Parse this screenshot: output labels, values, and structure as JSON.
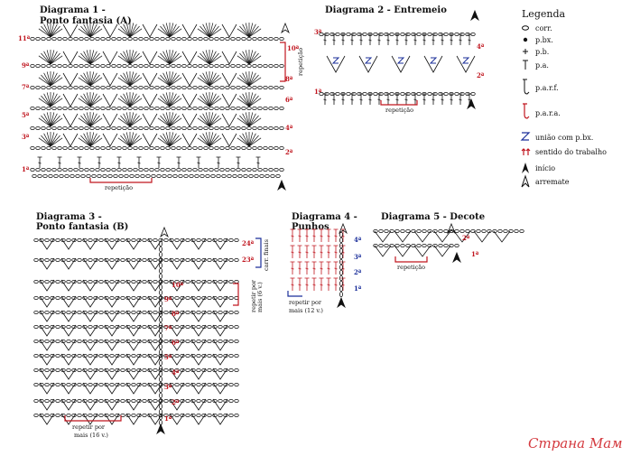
{
  "diagram1": {
    "title_line1": "Diagrama 1 -",
    "title_line2": "Ponto fantasia (A)",
    "rows_left": [
      "11ª",
      "9ª",
      "7ª",
      "5ª",
      "3ª",
      "1ª"
    ],
    "rows_right": [
      "10ª",
      "8ª",
      "6ª",
      "4ª",
      "2ª"
    ],
    "repeat_label": "repetição",
    "side_label": "repetição"
  },
  "diagram2": {
    "title": "Diagrama 2 - Entremeio",
    "rows_left": [
      "3ª",
      "1ª"
    ],
    "rows_right": [
      "4ª",
      "2ª"
    ],
    "repeat_label": "repetição"
  },
  "legend": {
    "title": "Legenda",
    "items": [
      {
        "symbol": "oval-icon",
        "label": "corr."
      },
      {
        "symbol": "dot-icon",
        "label": "p.bx."
      },
      {
        "symbol": "plus-icon",
        "label": "p.b."
      },
      {
        "symbol": "t-icon",
        "label": "p.a."
      },
      {
        "symbol": "hook-icon",
        "label": "p.a.r.f."
      },
      {
        "symbol": "hook-red-icon",
        "label": "p.a.r.a."
      },
      {
        "symbol": "join-icon",
        "label": "união com p.bx."
      },
      {
        "symbol": "arrows-icon",
        "label": "sentido do trabalho"
      },
      {
        "symbol": "start-icon",
        "label": "início"
      },
      {
        "symbol": "end-icon",
        "label": "arremate"
      }
    ]
  },
  "diagram3": {
    "title_line1": "Diagrama 3 -",
    "title_line2": "Ponto fantasia (B)",
    "rows_left": [
      "24ª",
      "23ª",
      "10ª",
      "9ª",
      "8ª",
      "7ª",
      "6ª",
      "5ª",
      "4ª",
      "3ª",
      "2ª",
      "1ª"
    ],
    "side_note_1": "carr. finais",
    "side_note_2": "repetir por",
    "side_note_3": "mais (6 v.)",
    "bottom_note_1": "repetir por",
    "bottom_note_2": "mais (16 v.)"
  },
  "diagram4": {
    "title_line1": "Diagrama 4 -",
    "title_line2": "Punhos",
    "rows": [
      "4ª",
      "3ª",
      "2ª",
      "1ª"
    ],
    "bottom_note_1": "repetir por",
    "bottom_note_2": "mais (12 v.)"
  },
  "diagram5": {
    "title": "Diagrama 5 - Decote",
    "rows": [
      "2ª",
      "1ª"
    ],
    "repeat_label": "repetição"
  },
  "watermark": "Страна Мам",
  "colors": {
    "red": "#c0161f",
    "blue": "#1b2f9a",
    "ink": "#111111"
  }
}
